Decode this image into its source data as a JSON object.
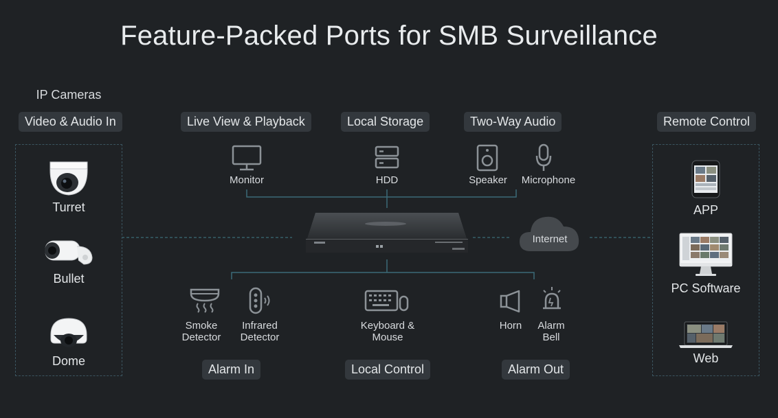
{
  "title": "Feature-Packed Ports for SMB Surveillance",
  "left": {
    "heading": "IP Cameras",
    "pill": "Video & Audio In",
    "cameras": [
      "Turret",
      "Bullet",
      "Dome"
    ]
  },
  "top": {
    "groups": [
      {
        "pill": "Live View & Playback",
        "items": [
          "Monitor"
        ]
      },
      {
        "pill": "Local Storage",
        "items": [
          "HDD"
        ]
      },
      {
        "pill": "Two-Way Audio",
        "items": [
          "Speaker",
          "Microphone"
        ]
      }
    ]
  },
  "bottom": {
    "groups": [
      {
        "pill": "Alarm In",
        "items": [
          "Smoke\nDetector",
          "Infrared\nDetector"
        ]
      },
      {
        "pill": "Local Control",
        "items": [
          "Keyboard &\nMouse"
        ]
      },
      {
        "pill": "Alarm Out",
        "items": [
          "Horn",
          "Alarm\nBell"
        ]
      }
    ]
  },
  "center": {
    "cloud_label": "Internet"
  },
  "right": {
    "pill": "Remote Control",
    "items": [
      "APP",
      "PC Software",
      "Web"
    ]
  },
  "colors": {
    "background": "#1f2225",
    "pill": "#33383d",
    "line": "#3b6b78",
    "icon": "#8c9297"
  }
}
